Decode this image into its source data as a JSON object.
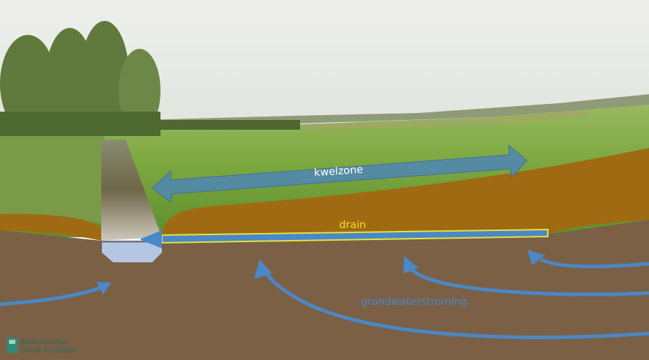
{
  "labels": {
    "kwelzone": "kwelzone",
    "drain": "drain",
    "groundwater_flow": "grondwaterstroming"
  },
  "logo": {
    "text_line1": "Bodemkundige",
    "text_line2": "Dienst van België"
  },
  "colors": {
    "sky": "#e8eae5",
    "field": "#7fa84a",
    "top_soil": "#a06a12",
    "subsoil": "#7b6045",
    "water_section": "#b4c6e2",
    "arrow_blue": "#4a88c8",
    "kwelzone_arrow": "#4f86b4",
    "drain_outline": "#e6e63a",
    "drain_label": "#f0e020",
    "flow_label": "#4a88c8"
  }
}
